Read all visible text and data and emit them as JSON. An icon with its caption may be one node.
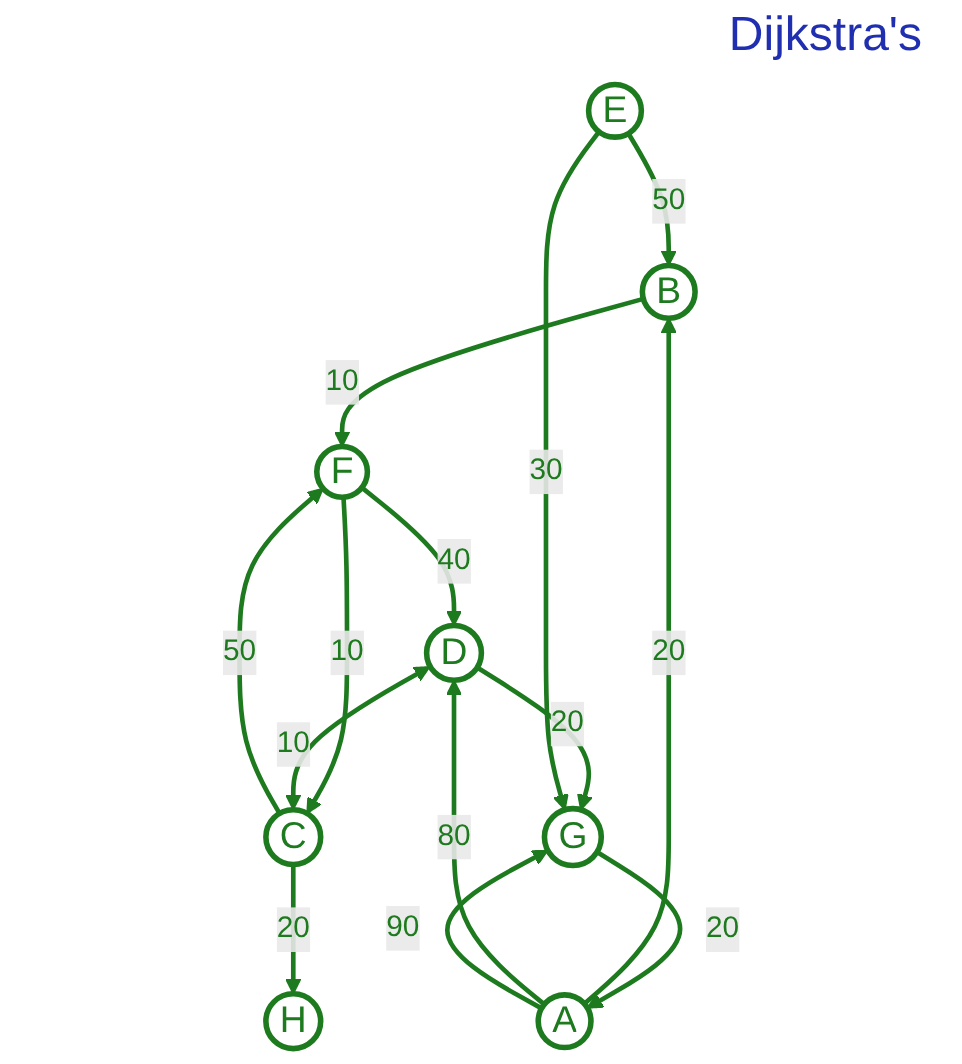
{
  "diagram": {
    "title": "Dijkstra's",
    "nodes": [
      {
        "text": [
          "B"
        ]
      },
      {
        "text": [
          "F"
        ]
      },
      {
        "text": [
          "C"
        ]
      },
      {
        "text": [
          "A"
        ]
      },
      {
        "text": [
          "H"
        ]
      },
      {
        "text": [
          "D"
        ]
      },
      {
        "text": [
          "E"
        ]
      },
      {
        "text": [
          "G"
        ]
      }
    ],
    "edges": [
      {
        "from": 0,
        "to": 1,
        "arrow": "to",
        "label": "10"
      },
      {
        "from": 3,
        "to": 0,
        "arrow": "to",
        "label": "20"
      },
      {
        "from": 6,
        "to": 0,
        "arrow": "to",
        "label": "50"
      },
      {
        "from": 1,
        "to": 5,
        "arrow": "to",
        "label": "40"
      },
      {
        "from": 1,
        "to": 2,
        "arrow": "to",
        "label": "10"
      },
      {
        "from": 2,
        "to": 1,
        "arrow": "to",
        "label": "50"
      },
      {
        "from": 2,
        "to": 4,
        "arrow": "to",
        "label": "20"
      },
      {
        "from": 5,
        "to": 2,
        "arrow": "both",
        "label": "10"
      },
      {
        "from": 3,
        "to": 5,
        "arrow": "to",
        "label": "80"
      },
      {
        "from": 3,
        "to": 7,
        "arrow": "to",
        "label": "90"
      },
      {
        "from": 7,
        "to": 3,
        "arrow": "to",
        "label": "20"
      },
      {
        "from": 5,
        "to": 7,
        "arrow": "to",
        "label": "20"
      },
      {
        "from": 6,
        "to": 7,
        "arrow": "to",
        "label": "30"
      }
    ]
  }
}
